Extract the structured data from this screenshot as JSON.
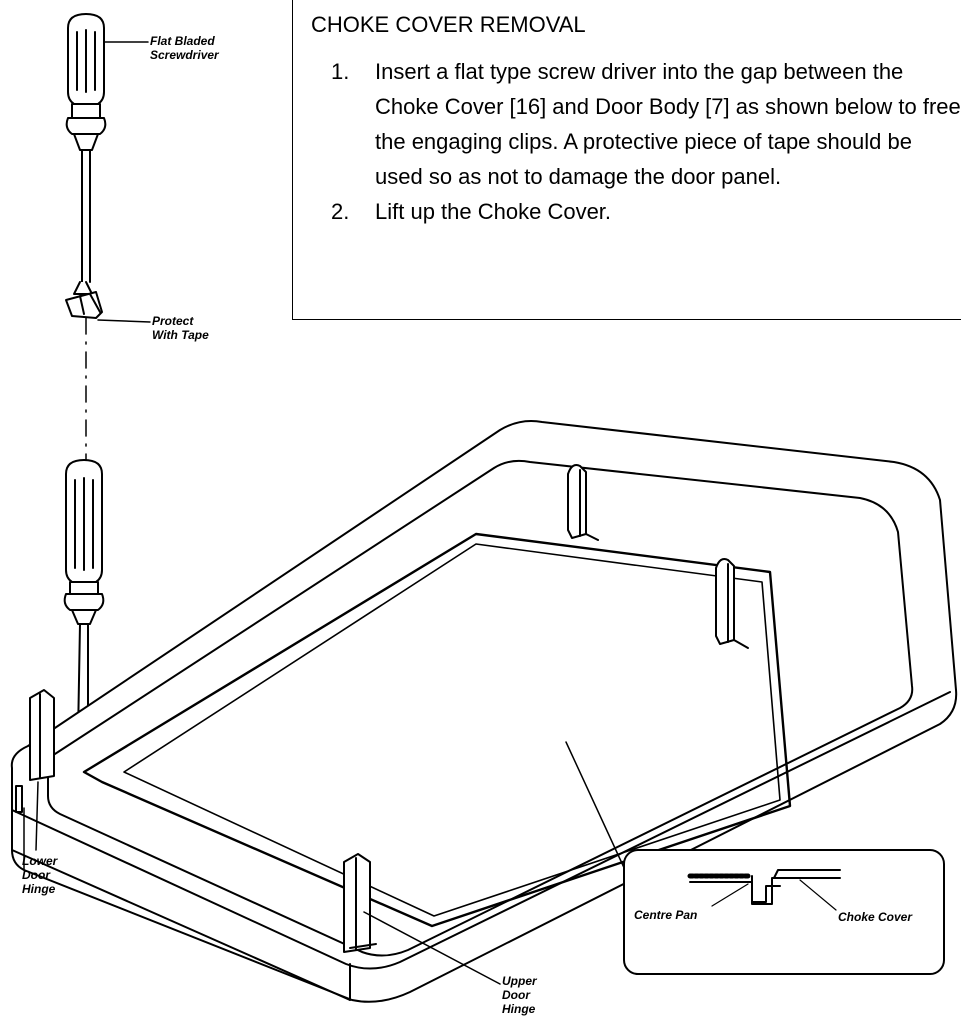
{
  "instructions": {
    "title": "CHOKE COVER REMOVAL",
    "steps": [
      {
        "num": "1.",
        "text": "Insert a flat type screw driver into the gap between the Choke Cover [16] and Door Body [7] as shown below to free the engaging clips.  A protective piece of tape should be used so as not to damage the door panel."
      },
      {
        "num": "2.",
        "text": "Lift up the Choke Cover."
      }
    ]
  },
  "labels": {
    "screwdriver_line1": "Flat Bladed",
    "screwdriver_line2": "Screwdriver",
    "tape_line1": "Protect",
    "tape_line2": "With Tape",
    "lower_hinge_line1": "Lower",
    "lower_hinge_line2": "Door",
    "lower_hinge_line3": "Hinge",
    "upper_hinge_line1": "Upper",
    "upper_hinge_line2": "Door",
    "upper_hinge_line3": "Hinge",
    "centre_pan": "Centre Pan",
    "choke_cover": "Choke Cover"
  }
}
